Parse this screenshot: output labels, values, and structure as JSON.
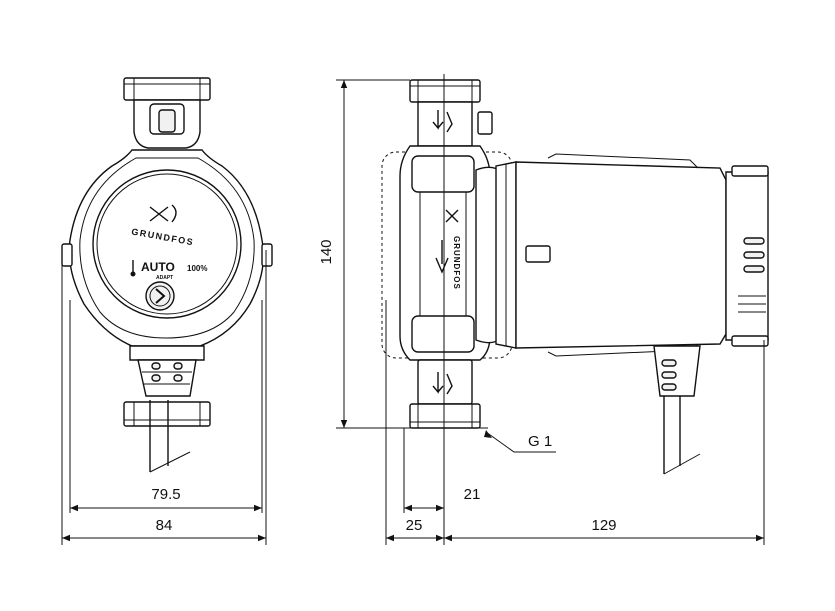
{
  "dimensions": {
    "width_inner": "79.5",
    "width_outer": "84",
    "height": "140",
    "inlet_offset": "21",
    "port_depth": "25",
    "motor_length": "129"
  },
  "thread_label": "G 1",
  "faceplate": {
    "brand": "GRUNDFOS",
    "mode": "AUTO",
    "mode_sub": "ADAPT",
    "percent": "100%"
  },
  "side_brand": "GRUNDFOS"
}
